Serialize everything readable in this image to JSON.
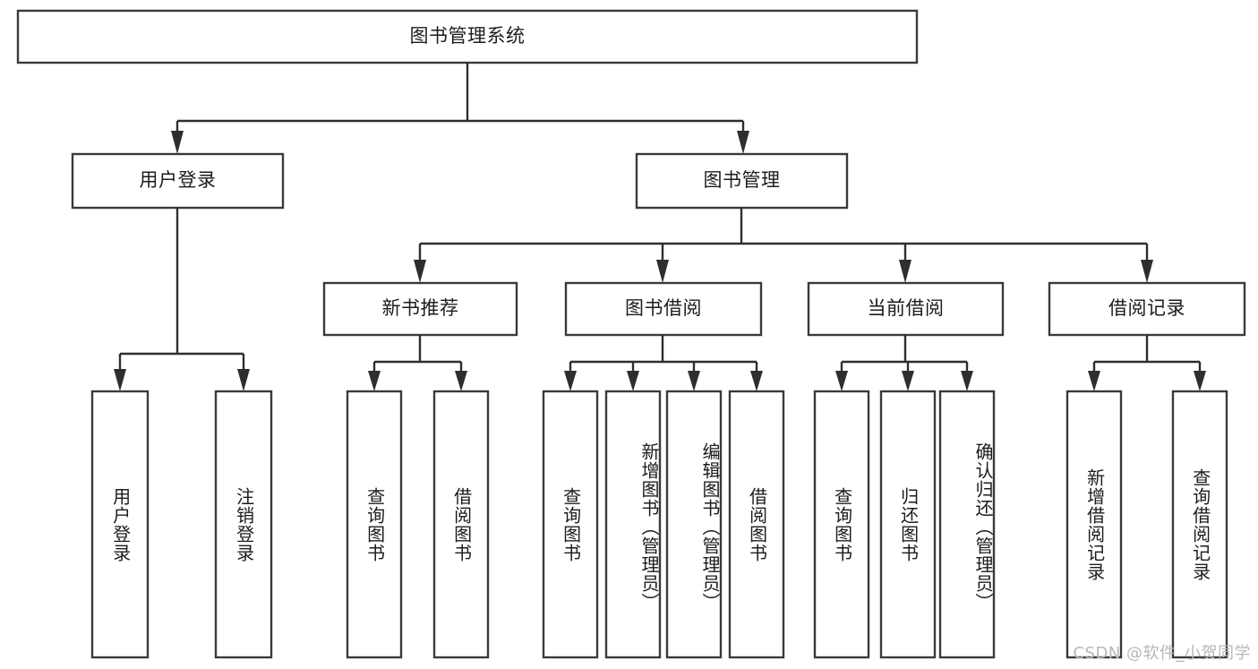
{
  "diagram": {
    "type": "tree-hierarchy",
    "title": "图书管理系统",
    "root": {
      "label": "图书管理系统"
    },
    "level2": [
      {
        "label": "用户登录"
      },
      {
        "label": "图书管理"
      }
    ],
    "level3": [
      {
        "label": "新书推荐"
      },
      {
        "label": "图书借阅"
      },
      {
        "label": "当前借阅"
      },
      {
        "label": "借阅记录"
      }
    ],
    "leaves": {
      "user_login": [
        {
          "label": "用户登录"
        },
        {
          "label": "注销登录"
        }
      ],
      "new_book_recommend": [
        {
          "label": "查询图书"
        },
        {
          "label": "借阅图书"
        }
      ],
      "book_borrow": [
        {
          "label": "查询图书"
        },
        {
          "label": "新增图书（管理员）"
        },
        {
          "label": "编辑图书（管理员）"
        },
        {
          "label": "借阅图书"
        }
      ],
      "current_borrow": [
        {
          "label": "查询图书"
        },
        {
          "label": "归还图书"
        },
        {
          "label": "确认归还（管理员）"
        }
      ],
      "borrow_record": [
        {
          "label": "新增借阅记录"
        },
        {
          "label": "查询借阅记录"
        }
      ]
    }
  },
  "watermark": {
    "text": "CSDN @软件_小贺同学"
  },
  "colors": {
    "box_stroke": "#3a3a3a",
    "connector": "#2e2e2e",
    "box_fill": "#ffffff",
    "text": "#1c1c1c",
    "watermark": "#b8b8b8",
    "background": "#ffffff"
  }
}
